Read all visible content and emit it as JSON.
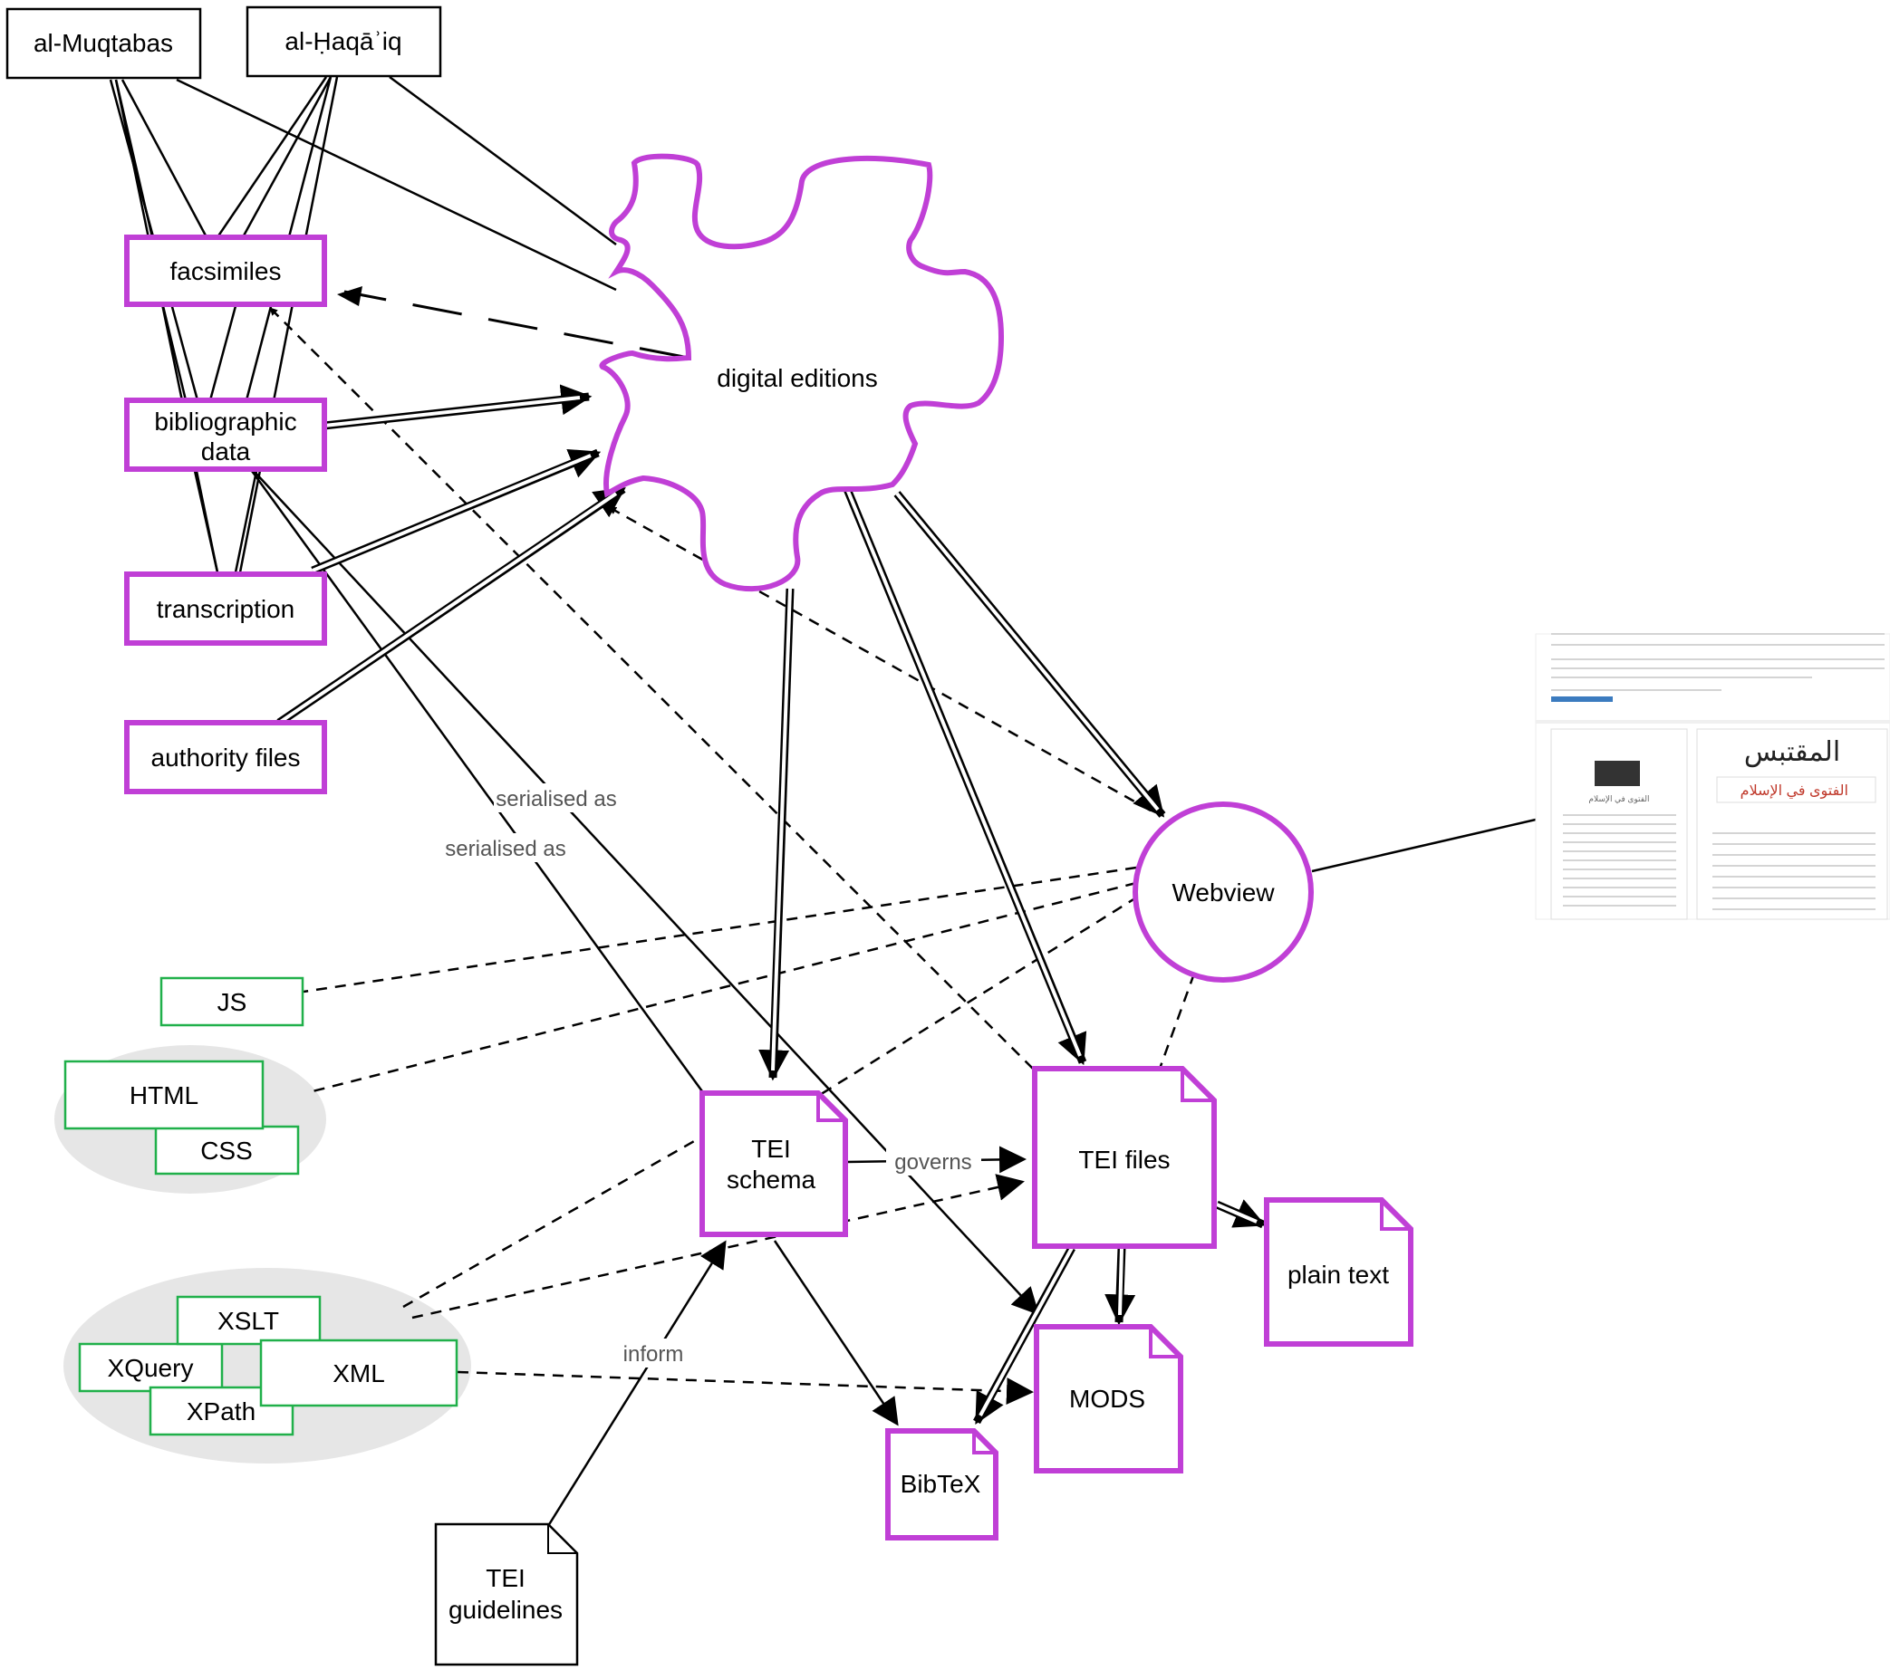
{
  "nodes": {
    "muqtabas": "al-Muqtabas",
    "haqaiq": "al-Ḥaqāʾiq",
    "facsimiles": "facsimiles",
    "biblio_1": "bibliographic",
    "biblio_2": "data",
    "transcription": "transcription",
    "authority": "authority files",
    "digital_editions": "digital editions",
    "webview": "Webview",
    "js": "JS",
    "html": "HTML",
    "css": "CSS",
    "xslt": "XSLT",
    "xquery": "XQuery",
    "xml": "XML",
    "xpath": "XPath",
    "tei_schema_1": "TEI",
    "tei_schema_2": "schema",
    "tei_files": "TEI files",
    "plain_text": "plain text",
    "mods": "MODS",
    "bibtex": "BibTeX",
    "tei_guidelines_1": "TEI",
    "tei_guidelines_2": "guidelines"
  },
  "edge_labels": {
    "serialised_1": "serialised as",
    "serialised_2": "serialised as",
    "governs": "governs",
    "inform": "inform"
  },
  "screenshot": {
    "title": "المقتبس",
    "subtitle": "الفتوى في الإسلام"
  },
  "colors": {
    "purple": "#c03fd6",
    "green": "#20b04a",
    "grey_group": "#e6e6e6"
  }
}
